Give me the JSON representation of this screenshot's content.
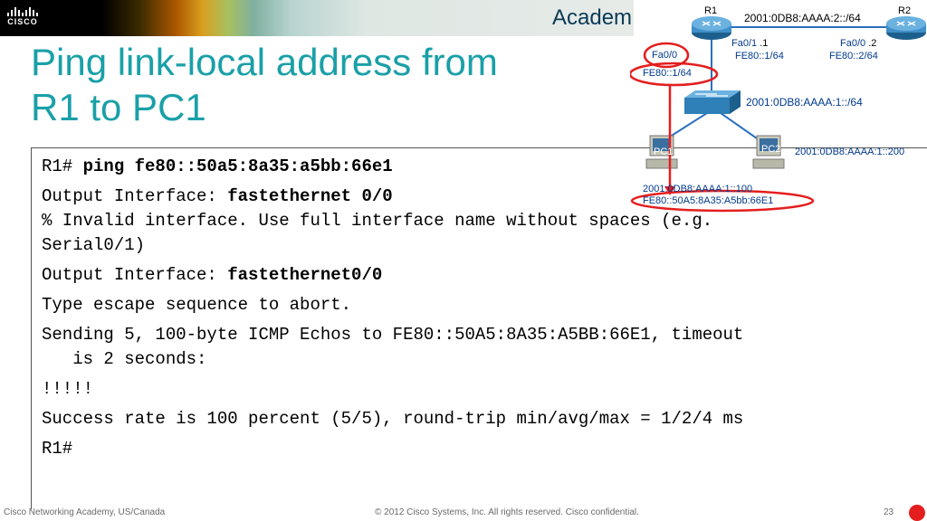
{
  "header": {
    "logo_text": "CISCO",
    "academy_text": "Academ"
  },
  "slide": {
    "title_line1": "Ping link-local address from",
    "title_line2": "R1 to PC1"
  },
  "terminal": {
    "l1_prompt": "R1# ",
    "l1_cmd": "ping fe80::50a5:8a35:a5bb:66e1",
    "l2_label": "Output Interface: ",
    "l2_value": "fastethernet 0/0",
    "l3": "% Invalid interface. Use full interface name without spaces (e.g.",
    "l4": "Serial0/1)",
    "l5_label": "Output Interface: ",
    "l5_value": "fastethernet0/0",
    "l6": "Type escape sequence to abort.",
    "l7": "Sending 5, 100-byte ICMP Echos to FE80::50A5:8A35:A5BB:66E1, timeout",
    "l8": "   is 2 seconds:",
    "l9": "!!!!!",
    "l10": "Success rate is 100 percent (5/5), round-trip min/avg/max = 1/2/4 ms",
    "l11": "R1#"
  },
  "topology": {
    "r1": "R1",
    "r2": "R2",
    "r1_r2_net": "2001:0DB8:AAAA:2::/64",
    "r1_fa01": "Fa0/1",
    "r1_fa01_host": ".1",
    "r2_fa00": "Fa0/0",
    "r2_fa00_host": ".2",
    "r1_fa01_ll": "FE80::1/64",
    "r2_fa00_ll": "FE80::2/64",
    "r1_fa00": "Fa0/0",
    "r1_fa00_ll": "FE80::1/64",
    "lan_net": "2001:0DB8:AAAA:1::/64",
    "pc1": "PC1",
    "pc2": "PC2",
    "pc2_addr": "2001:0DB8:AAAA:1::200",
    "pc1_addr": "2001:0DB8:AAAA:1::100",
    "pc1_ll": "FE80::50A5:8A35:A5bb:66E1",
    "highlight_color": "#e41e1e"
  },
  "footer": {
    "left": "Cisco Networking Academy, US/Canada",
    "center": "© 2012 Cisco Systems, Inc. All rights reserved. Cisco confidential.",
    "page": "23"
  }
}
